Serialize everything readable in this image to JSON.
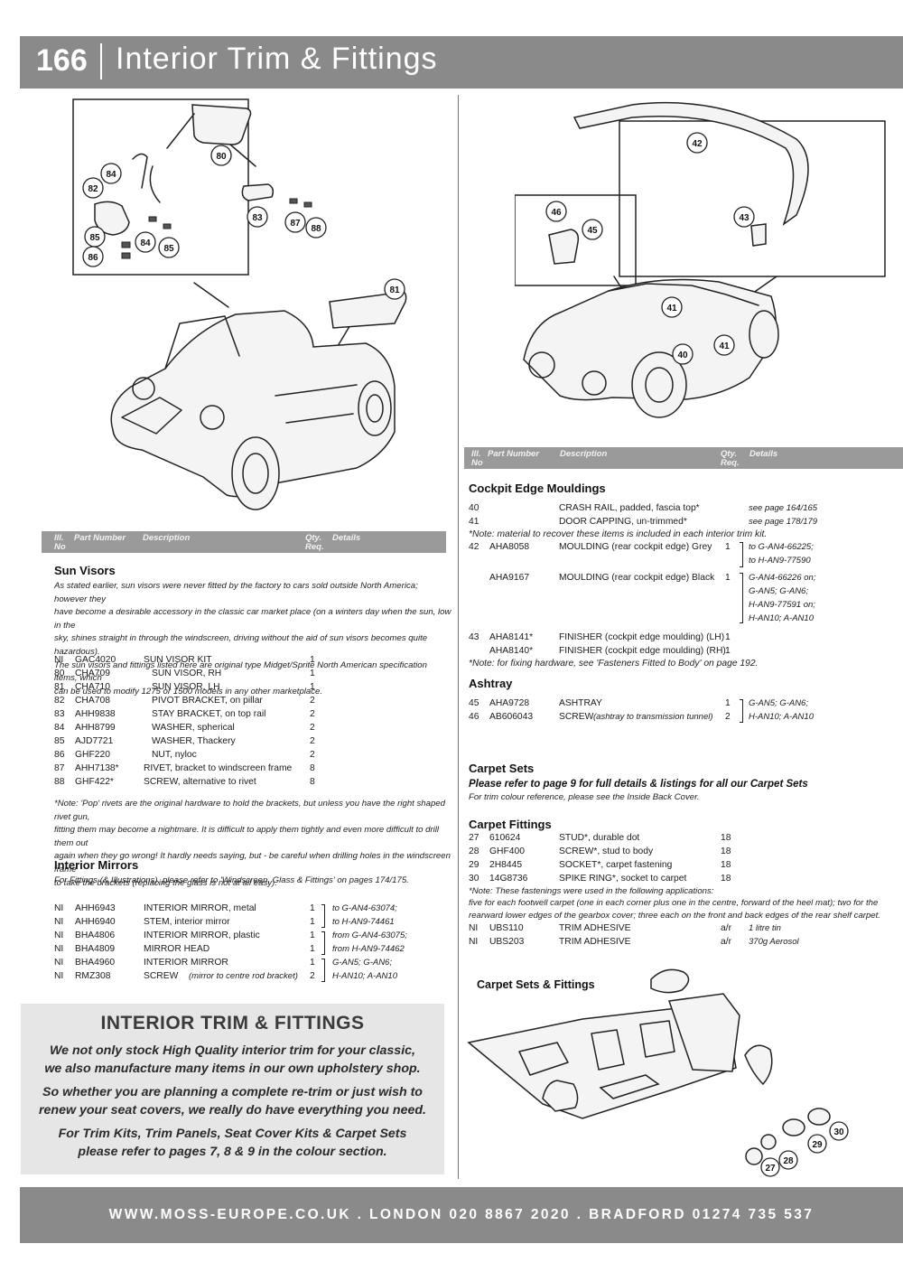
{
  "header": {
    "page_number": "166",
    "title": "Interior Trim & Fittings"
  },
  "table_headers": {
    "ill": "Ill.",
    "ill_no": "No",
    "part_number": "Part Number",
    "description": "Description",
    "qty": "Qty.",
    "req": "Req.",
    "details": "Details"
  },
  "callouts_left": [
    "80",
    "84",
    "82",
    "83",
    "87",
    "88",
    "85",
    "84",
    "85",
    "86",
    "81"
  ],
  "callouts_right": [
    "42",
    "46",
    "45",
    "43",
    "41",
    "40",
    "41"
  ],
  "sun_visors": {
    "title": "Sun Visors",
    "intro": [
      "As stated earlier, sun visors were never fitted by the factory to cars sold outside North America; however they",
      "have become a desirable accessory in the classic car market place (on a winters day when the sun, low in the",
      "sky, shines straight in through the windscreen, driving without the aid of sun visors becomes quite hazardous).",
      "The sun visors and fittings listed here are original type Midget/Sprite North American specification items, which",
      "can be used to modify 1275 or 1500 models in any other marketplace."
    ],
    "rows": [
      {
        "ill": "NI",
        "part": "GAC4020",
        "desc": "SUN VISOR KIT",
        "qty": "1"
      },
      {
        "ill": "80",
        "part": "CHA709",
        "desc": "SUN VISOR, RH",
        "qty": "1"
      },
      {
        "ill": "81",
        "part": "CHA710",
        "desc": "SUN VISOR, LH",
        "qty": "1"
      },
      {
        "ill": "82",
        "part": "CHA708",
        "desc": "PIVOT BRACKET, on pillar",
        "qty": "2"
      },
      {
        "ill": "83",
        "part": "AHH9838",
        "desc": "STAY BRACKET, on top rail",
        "qty": "2"
      },
      {
        "ill": "84",
        "part": "AHH8799",
        "desc": "WASHER, spherical",
        "qty": "2"
      },
      {
        "ill": "85",
        "part": "AJD7721",
        "desc": "WASHER, Thackery",
        "qty": "2"
      },
      {
        "ill": "86",
        "part": "GHF220",
        "desc": "NUT, nyloc",
        "qty": "2"
      },
      {
        "ill": "87",
        "part": "AHH7138*",
        "desc": "RIVET, bracket to windscreen frame",
        "qty": "8"
      },
      {
        "ill": "88",
        "part": "GHF422*",
        "desc": "SCREW, alternative to rivet",
        "qty": "8"
      }
    ],
    "note": [
      "*Note: 'Pop' rivets are the original hardware to hold the brackets, but unless you have the right shaped rivet gun,",
      "fitting them may become a nightmare. It is difficult to apply them tightly and even more difficult to drill them out",
      "again when they go wrong! It hardly needs saying, but - be careful when drilling holes in the windscreen frame",
      "to take the brackets (replacing the glass is not at all easy)."
    ]
  },
  "interior_mirrors": {
    "title": "Interior Mirrors",
    "intro": "For Fittings (& Illustrations), please refer to 'Windscreen, Glass & Fittings' on pages 174/175.",
    "rows": [
      {
        "ill": "NI",
        "part": "AHH6943",
        "desc": "INTERIOR MIRROR, metal",
        "qty": "1",
        "details": "to G-AN4-63074;"
      },
      {
        "ill": "NI",
        "part": "AHH6940",
        "desc": "STEM, interior mirror",
        "qty": "1",
        "details": "to H-AN9-74461"
      },
      {
        "ill": "NI",
        "part": "BHA4806",
        "desc": "INTERIOR MIRROR, plastic",
        "qty": "1",
        "details": "from G-AN4-63075;"
      },
      {
        "ill": "NI",
        "part": "BHA4809",
        "desc": "MIRROR HEAD",
        "qty": "1",
        "details": "from H-AN9-74462"
      },
      {
        "ill": "NI",
        "part": "BHA4960",
        "desc": "INTERIOR MIRROR",
        "qty": "1",
        "details": "G-AN5; G-AN6;"
      },
      {
        "ill": "NI",
        "part": "RMZ308",
        "desc": "SCREW",
        "desc_note": "(mirror to centre rod bracket)",
        "qty": "2",
        "details": "H-AN10; A-AN10"
      }
    ]
  },
  "promo": {
    "title": "INTERIOR TRIM & FITTINGS",
    "p1": [
      "We not only stock High Quality interior trim for your classic,",
      "we also manufacture many items in our own upholstery shop."
    ],
    "p2": [
      "So whether you are planning a complete re-trim or just wish to",
      "renew your seat covers, we really do have everything you need."
    ],
    "p3": [
      "For Trim Kits, Trim Panels, Seat Cover Kits & Carpet Sets",
      "please refer to pages 7, 8 & 9 in the colour section."
    ]
  },
  "cockpit": {
    "title": "Cockpit Edge Mouldings",
    "rows_a": [
      {
        "ill": "40",
        "part": "",
        "desc": "CRASH RAIL, padded, fascia top*",
        "qty": "",
        "details": "see page 164/165"
      },
      {
        "ill": "41",
        "part": "",
        "desc": "DOOR CAPPING, un-trimmed*",
        "qty": "",
        "details": "see page 178/179"
      }
    ],
    "note_a": "*Note: material to recover these items is included in each interior trim kit.",
    "row_42": {
      "ill": "42",
      "part": "AHA8058",
      "desc": "MOULDING (rear cockpit edge) Grey",
      "qty": "1",
      "details": [
        "to G-AN4-66225;",
        "to H-AN9-77590"
      ]
    },
    "row_42b": {
      "ill": "",
      "part": "AHA9167",
      "desc": "MOULDING (rear cockpit edge) Black",
      "qty": "1",
      "details": [
        "G-AN4-66226 on;",
        "G-AN5; G-AN6;",
        "H-AN9-77591 on;",
        "H-AN10; A-AN10"
      ]
    },
    "rows_c": [
      {
        "ill": "43",
        "part": "AHA8141*",
        "desc": "FINISHER (cockpit edge moulding) (LH)",
        "qty": "1"
      },
      {
        "ill": "",
        "part": "AHA8140*",
        "desc": "FINISHER (cockpit edge moulding) (RH)",
        "qty": "1"
      }
    ],
    "note_c": "*Note: for fixing hardware, see 'Fasteners Fitted to Body' on page 192."
  },
  "ashtray": {
    "title": "Ashtray",
    "rows": [
      {
        "ill": "45",
        "part": "AHA9728",
        "desc": "ASHTRAY",
        "desc_note": "",
        "qty": "1",
        "details": "G-AN5; G-AN6;"
      },
      {
        "ill": "46",
        "part": "AB606043",
        "desc": "SCREW",
        "desc_note": "(ashtray to transmission tunnel)",
        "qty": "2",
        "details": "H-AN10; A-AN10"
      }
    ]
  },
  "carpet_sets": {
    "title": "Carpet Sets",
    "strong": "Please refer to page 9 for full details & listings for all our Carpet Sets",
    "note": "For trim colour reference, please see the Inside Back Cover."
  },
  "carpet_fittings": {
    "title": "Carpet Fittings",
    "rows": [
      {
        "ill": "27",
        "part": "610624",
        "desc": "STUD*, durable dot",
        "qty": "18",
        "details": ""
      },
      {
        "ill": "28",
        "part": "GHF400",
        "desc": "SCREW*, stud to body",
        "qty": "18",
        "details": ""
      },
      {
        "ill": "29",
        "part": "2H8445",
        "desc": "SOCKET*, carpet fastening",
        "qty": "18",
        "details": ""
      },
      {
        "ill": "30",
        "part": "14G8736",
        "desc": "SPIKE RING*, socket to carpet",
        "qty": "18",
        "details": ""
      }
    ],
    "note": [
      "*Note: These fastenings were used in the following applications:",
      "five for each footwell carpet (one in each corner plus one in the centre, forward of the heel mat); two for the",
      "rearward lower edges of the gearbox cover; three each on the front and back edges of the rear shelf carpet."
    ],
    "rows_b": [
      {
        "ill": "NI",
        "part": "UBS110",
        "desc": "TRIM ADHESIVE",
        "qty": "a/r",
        "details": "1 litre tin"
      },
      {
        "ill": "NI",
        "part": "UBS203",
        "desc": "TRIM ADHESIVE",
        "qty": "a/r",
        "details": "370g Aerosol"
      }
    ]
  },
  "carpet_illustration": {
    "label": "Carpet Sets & Fittings",
    "callouts": [
      "30",
      "29",
      "28",
      "27"
    ]
  },
  "footer": {
    "text": "WWW.MOSS-EUROPE.CO.UK . LONDON 020 8867 2020 . BRADFORD 01274 735 537"
  }
}
